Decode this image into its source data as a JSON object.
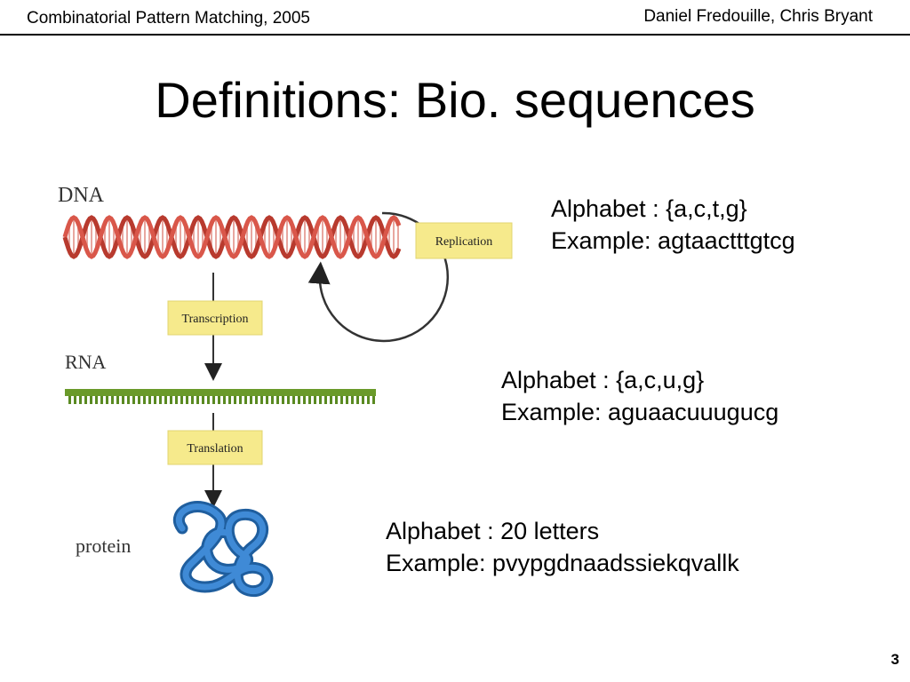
{
  "header": {
    "conference": "Combinatorial Pattern Matching, 2005",
    "authors": "Daniel Fredouille, Chris Bryant"
  },
  "slide": {
    "title": "Definitions: Bio. sequences",
    "page_number": "3"
  },
  "figure": {
    "dna_label": "DNA",
    "rna_label": "RNA",
    "protein_label": "protein",
    "replication_label": "Replication",
    "transcription_label": "Transcription",
    "translation_label": "Translation",
    "colors": {
      "dna": "#c0392b",
      "rna": "#6a9a2a",
      "protein": "#2f74c0",
      "label_box": "#f6ea8c"
    }
  },
  "sequences": [
    {
      "alphabet": "Alphabet : {a,c,t,g}",
      "example": "Example: agtaactttgtcg"
    },
    {
      "alphabet": "Alphabet : {a,c,u,g}",
      "example": "Example: aguaacuuugucg"
    },
    {
      "alphabet": "Alphabet : 20 letters",
      "example": "Example: pvypgdnaadssiekqvallk"
    }
  ]
}
